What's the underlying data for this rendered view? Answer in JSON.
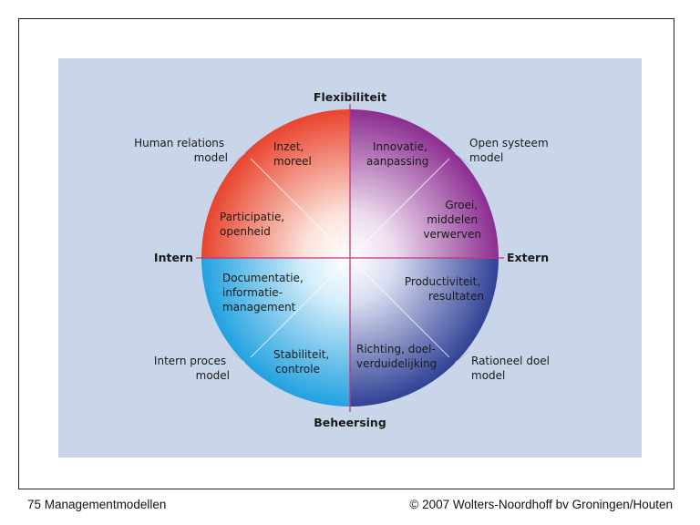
{
  "axes": {
    "top": "Flexibiliteit",
    "bottom": "Beheersing",
    "left": "Intern",
    "right": "Extern"
  },
  "models": {
    "top_left": [
      "Human relations",
      "model"
    ],
    "top_right": [
      "Open systeem",
      "model"
    ],
    "bottom_left": [
      "Intern proces",
      "model"
    ],
    "bottom_right": [
      "Rationeel doel",
      "model"
    ]
  },
  "values": {
    "tl_outer": [
      "Inzet,",
      "moreel"
    ],
    "tl_inner": [
      "Participatie,",
      "openheid"
    ],
    "tr_outer": [
      "Innovatie,",
      "aanpassing"
    ],
    "tr_inner": [
      "Groei,",
      "middelen",
      "verwerven"
    ],
    "bl_inner": [
      "Documentatie,",
      "informatie-",
      "management"
    ],
    "bl_outer": [
      "Stabiliteit,",
      "controle"
    ],
    "br_inner": [
      "Productiviteit,",
      "resultaten"
    ],
    "br_outer": [
      "Richting, doel-",
      "verduidelijking"
    ]
  },
  "colors": {
    "panel": "#c9d6ea",
    "human_relations": "#e8412a",
    "open_system": "#8a2a8f",
    "internal_process": "#1ea0e0",
    "rational_goal": "#2e3f94",
    "axis_line": "#d0307a"
  },
  "footer": {
    "left": "75 Managementmodellen",
    "right": "© 2007 Wolters-Noordhoff bv Groningen/Houten"
  }
}
